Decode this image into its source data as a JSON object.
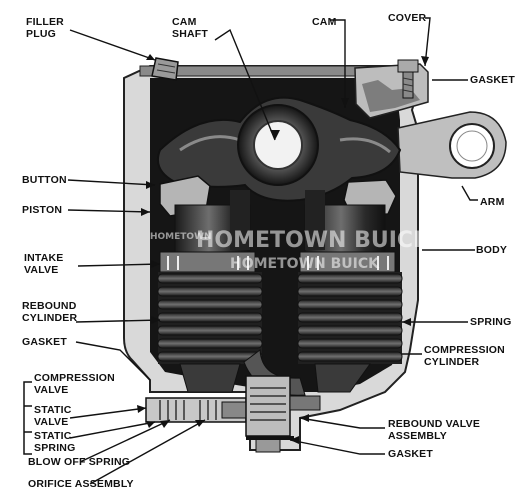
{
  "labels": {
    "filler_plug": "FILLER\nPLUG",
    "cam_shaft": "CAM\nSHAFT",
    "cam": "CAM",
    "cover": "COVER",
    "gasket_top": "GASKET",
    "button": "BUTTON",
    "piston": "PISTON",
    "arm": "ARM",
    "body": "BODY",
    "intake_valve": "INTAKE\nVALVE",
    "rebound_cylinder": "REBOUND\nCYLINDER",
    "spring": "SPRING",
    "gasket_left": "GASKET",
    "compression_cylinder": "COMPRESSION\nCYLINDER",
    "compression_valve": "COMPRESSION\nVALVE",
    "static_valve": "STATIC\nVALVE",
    "static_spring": "STATIC\nSPRING",
    "rebound_valve_assembly": "REBOUND VALVE\nASSEMBLY",
    "gasket_bottom": "GASKET",
    "blow_off_spring": "BLOW OFF SPRING",
    "orifice_assembly": "ORIFICE ASSEMBLY"
  },
  "watermark": {
    "line1": "HOMETOWN BUICK",
    "line2": "HOMETOWN BUICK",
    "prefix": "HOMETOWN"
  }
}
